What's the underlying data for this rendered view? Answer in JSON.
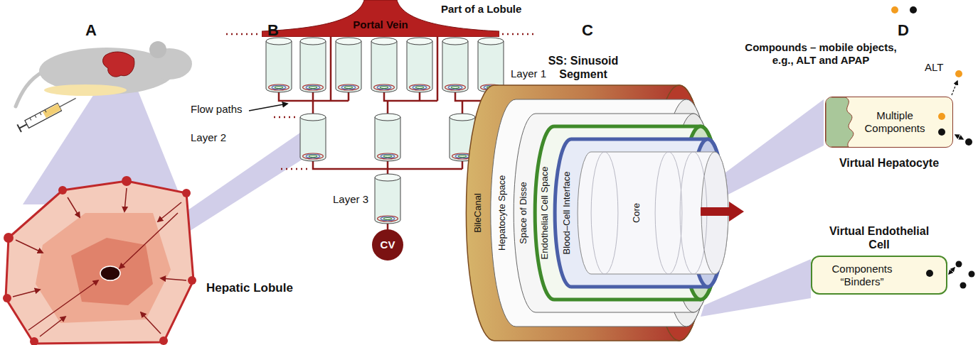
{
  "diagram": {
    "nodes": [
      {
        "text": [
          "Portal Vein"
        ]
      },
      {
        "text": [
          "CV"
        ]
      },
      {
        "text": [
          "Multiple Components",
          "Virtual Hepatocyte"
        ]
      },
      {
        "text": [
          "Virtual Endothelial Cell",
          "Components “Binders”"
        ]
      }
    ],
    "labels": [
      "A",
      "Hepatic Lobule",
      "B",
      "Part of a Lobule",
      "Layer 1",
      "Flow paths",
      "Layer 2",
      "Layer 3",
      "C",
      "SS: Sinusoid Segment",
      "BileCanal",
      "Hepatocyte Space",
      "Space of Disse",
      "Endothelial Cell Space",
      "Blood–Cell Interface",
      "Core",
      "D",
      "Compounds – mobile objects, e.g., ALT and APAP",
      "ALT"
    ]
  }
}
